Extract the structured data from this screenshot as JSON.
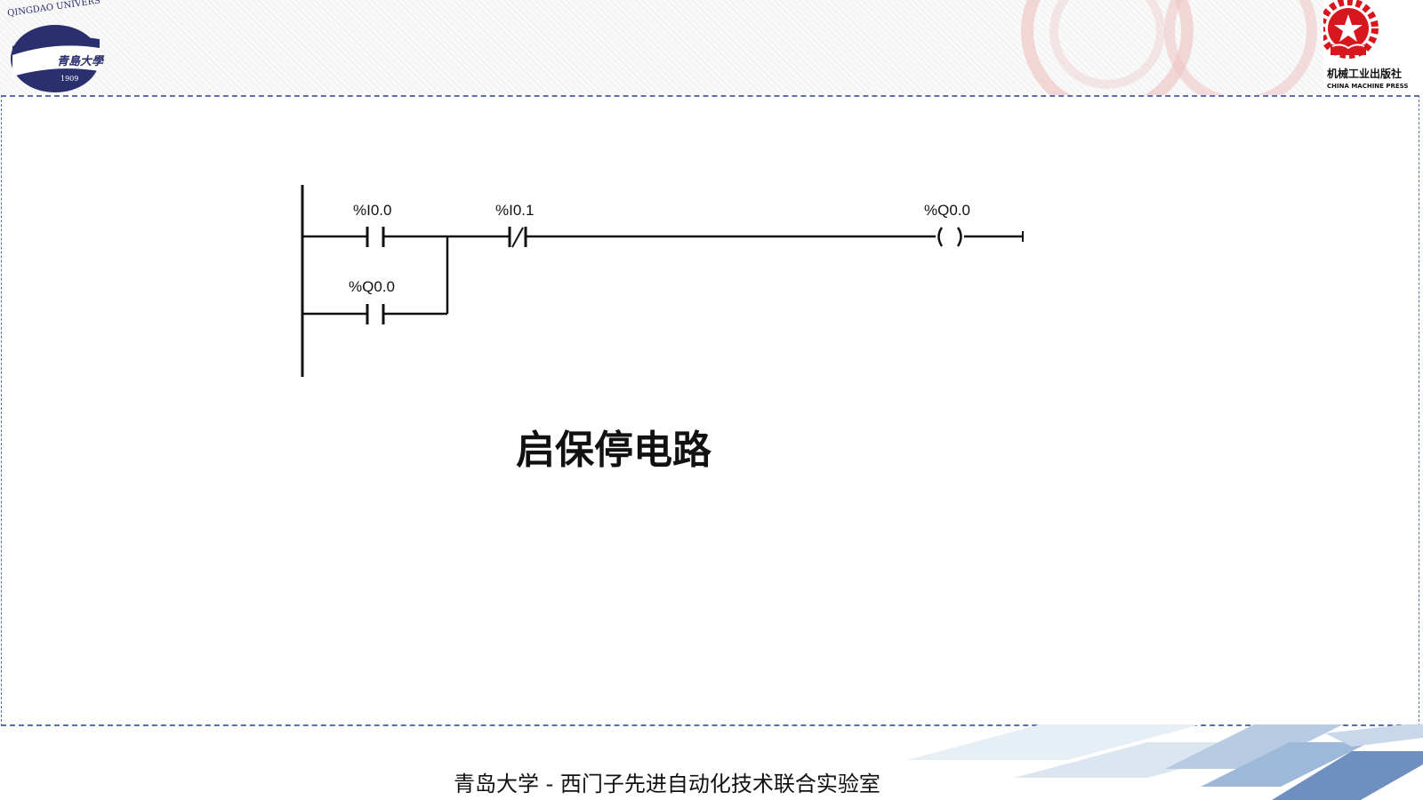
{
  "header": {
    "university_logo": {
      "arc_text": "QINGDAO UNIVERSITY",
      "name": "青島大學",
      "year": "1909"
    },
    "press_logo": {
      "name": "机械工业出版社",
      "name_en": "CHINA MACHINE PRESS",
      "colors": {
        "emblem": "#d8161e"
      }
    }
  },
  "diagram": {
    "rung": {
      "start_contact": {
        "address": "%I0.0",
        "type": "normally-open"
      },
      "hold_contact": {
        "address": "%Q0.0",
        "type": "normally-open"
      },
      "stop_contact": {
        "address": "%I0.1",
        "type": "normally-closed"
      },
      "coil": {
        "address": "%Q0.0",
        "type": "output-coil"
      }
    },
    "title": "启保停电路"
  },
  "footer": {
    "text": "青岛大学 - 西门子先进自动化技术联合实验室"
  },
  "colors": {
    "frame_dash": "#5b6fae",
    "university_blue": "#2a2f6e",
    "watermark_red": "#f0c8c8"
  }
}
